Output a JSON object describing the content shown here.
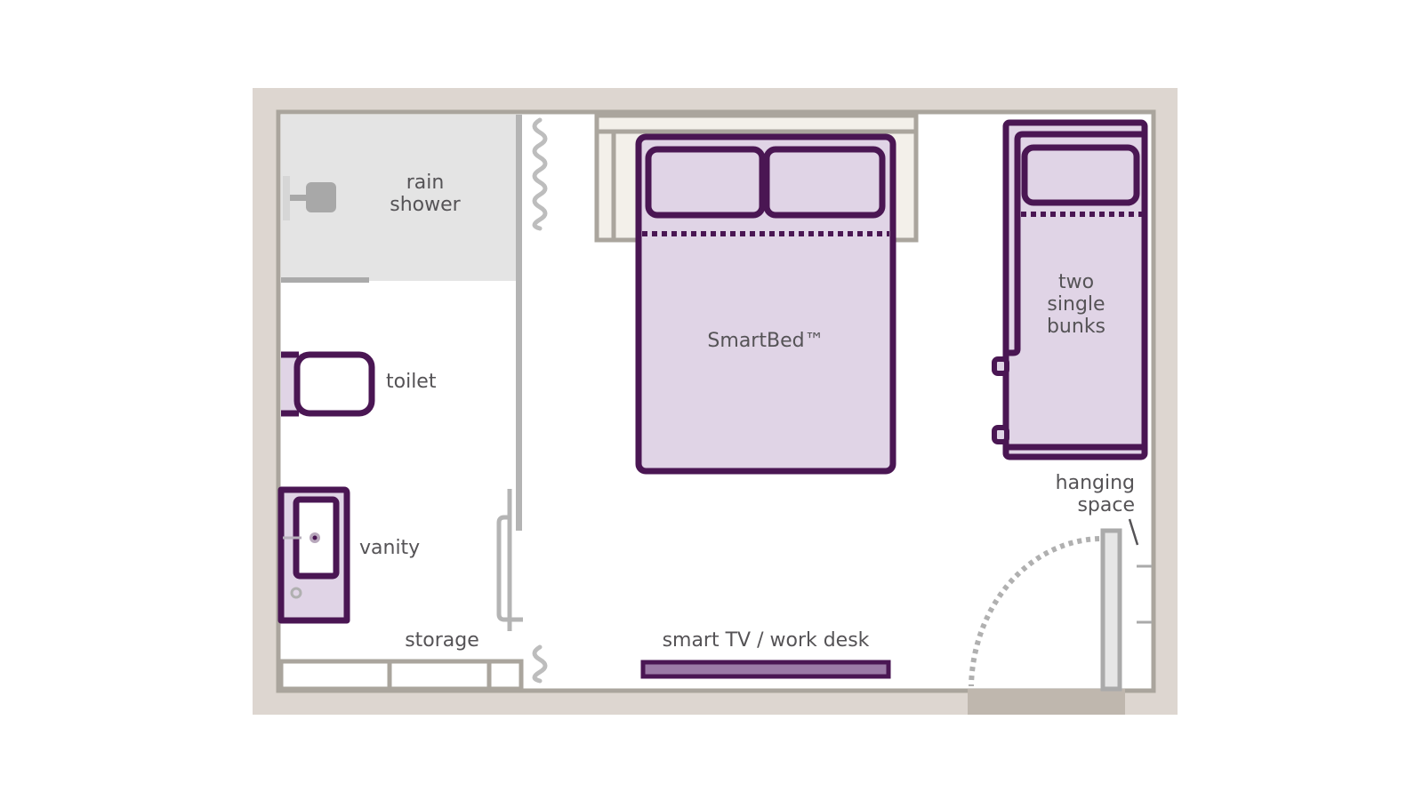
{
  "diagram": {
    "type": "floor-plan",
    "colors": {
      "outer_wall": "#ddd6d0",
      "inner_wall": "#aaa59d",
      "partition": "#b4b4b4",
      "shower_floor": "#e4e4e4",
      "furniture_stroke": "#4a1653",
      "furniture_fill": "#e0d4e6",
      "label_text": "#555356",
      "headboard_fill": "#f3f0ea",
      "door_threshold": "#bfb7ae"
    },
    "labels": {
      "shower": [
        "rain",
        "shower"
      ],
      "toilet": "toilet",
      "vanity": "vanity",
      "storage": "storage",
      "bed": "SmartBed™",
      "bunks": [
        "two",
        "single",
        "bunks"
      ],
      "hanging": [
        "hanging",
        "space"
      ],
      "tv_desk": "smart TV / work desk"
    }
  }
}
